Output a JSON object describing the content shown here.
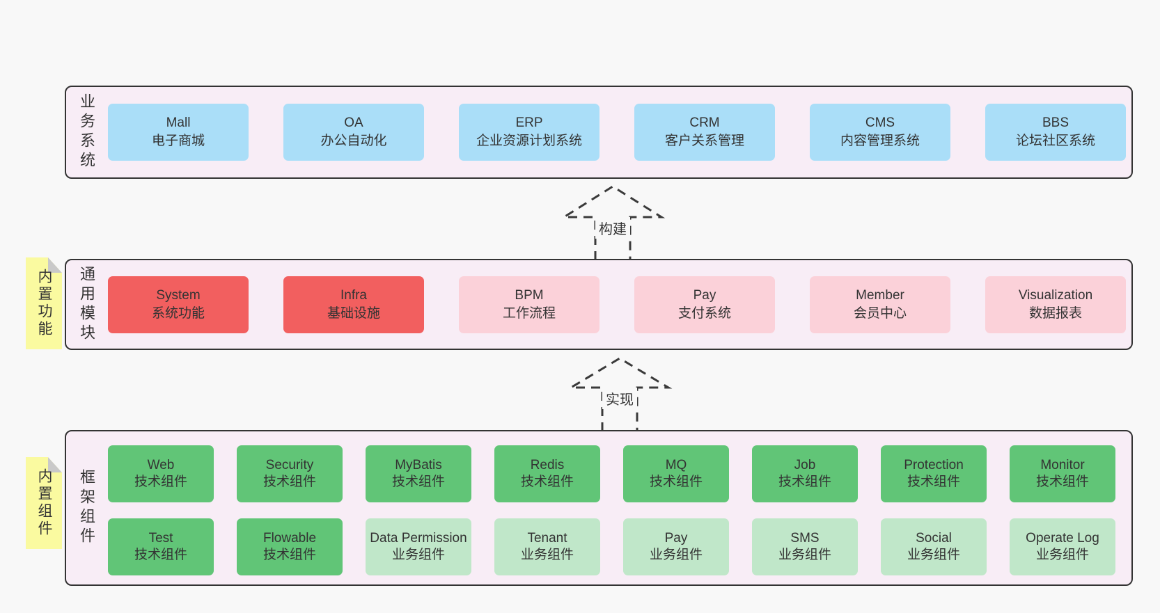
{
  "page": {
    "background": "#f8f8f8",
    "band_background": "#f8edf6",
    "border_color": "#333333",
    "text_color": "#333333"
  },
  "colors": {
    "blue": "#aadef8",
    "red": "#f25f5f",
    "pink": "#fbd1d9",
    "green_dark": "#61c577",
    "green_light": "#c0e7c9",
    "sticky_yellow": "#fafaa0",
    "sticky_fold": "#c9c9c9"
  },
  "stickies": [
    {
      "label": "内置功能"
    },
    {
      "label": "内置组件"
    }
  ],
  "arrows": [
    {
      "label": "构建"
    },
    {
      "label": "实现"
    }
  ],
  "bands": [
    {
      "label": "业务系统",
      "boxes": [
        {
          "en": "Mall",
          "zh": "电子商城",
          "color": "#aadef8"
        },
        {
          "en": "OA",
          "zh": "办公自动化",
          "color": "#aadef8"
        },
        {
          "en": "ERP",
          "zh": "企业资源计划系统",
          "color": "#aadef8"
        },
        {
          "en": "CRM",
          "zh": "客户关系管理",
          "color": "#aadef8"
        },
        {
          "en": "CMS",
          "zh": "内容管理系统",
          "color": "#aadef8"
        },
        {
          "en": "BBS",
          "zh": "论坛社区系统",
          "color": "#aadef8"
        }
      ]
    },
    {
      "label": "通用模块",
      "boxes": [
        {
          "en": "System",
          "zh": "系统功能",
          "color": "#f25f5f"
        },
        {
          "en": "Infra",
          "zh": "基础设施",
          "color": "#f25f5f"
        },
        {
          "en": "BPM",
          "zh": "工作流程",
          "color": "#fbd1d9"
        },
        {
          "en": "Pay",
          "zh": "支付系统",
          "color": "#fbd1d9"
        },
        {
          "en": "Member",
          "zh": "会员中心",
          "color": "#fbd1d9"
        },
        {
          "en": "Visualization",
          "zh": "数据报表",
          "color": "#fbd1d9"
        }
      ]
    },
    {
      "label": "框架组件",
      "rows": [
        [
          {
            "en": "Web",
            "zh": "技术组件",
            "color": "#61c577"
          },
          {
            "en": "Security",
            "zh": "技术组件",
            "color": "#61c577"
          },
          {
            "en": "MyBatis",
            "zh": "技术组件",
            "color": "#61c577"
          },
          {
            "en": "Redis",
            "zh": "技术组件",
            "color": "#61c577"
          },
          {
            "en": "MQ",
            "zh": "技术组件",
            "color": "#61c577"
          },
          {
            "en": "Job",
            "zh": "技术组件",
            "color": "#61c577"
          },
          {
            "en": "Protection",
            "zh": "技术组件",
            "color": "#61c577"
          },
          {
            "en": "Monitor",
            "zh": "技术组件",
            "color": "#61c577"
          }
        ],
        [
          {
            "en": "Test",
            "zh": "技术组件",
            "color": "#61c577"
          },
          {
            "en": "Flowable",
            "zh": "技术组件",
            "color": "#61c577"
          },
          {
            "en": "Data Permission",
            "zh": "业务组件",
            "color": "#c0e7c9"
          },
          {
            "en": "Tenant",
            "zh": "业务组件",
            "color": "#c0e7c9"
          },
          {
            "en": "Pay",
            "zh": "业务组件",
            "color": "#c0e7c9"
          },
          {
            "en": "SMS",
            "zh": "业务组件",
            "color": "#c0e7c9"
          },
          {
            "en": "Social",
            "zh": "业务组件",
            "color": "#c0e7c9"
          },
          {
            "en": "Operate Log",
            "zh": "业务组件",
            "color": "#c0e7c9"
          }
        ]
      ]
    }
  ]
}
